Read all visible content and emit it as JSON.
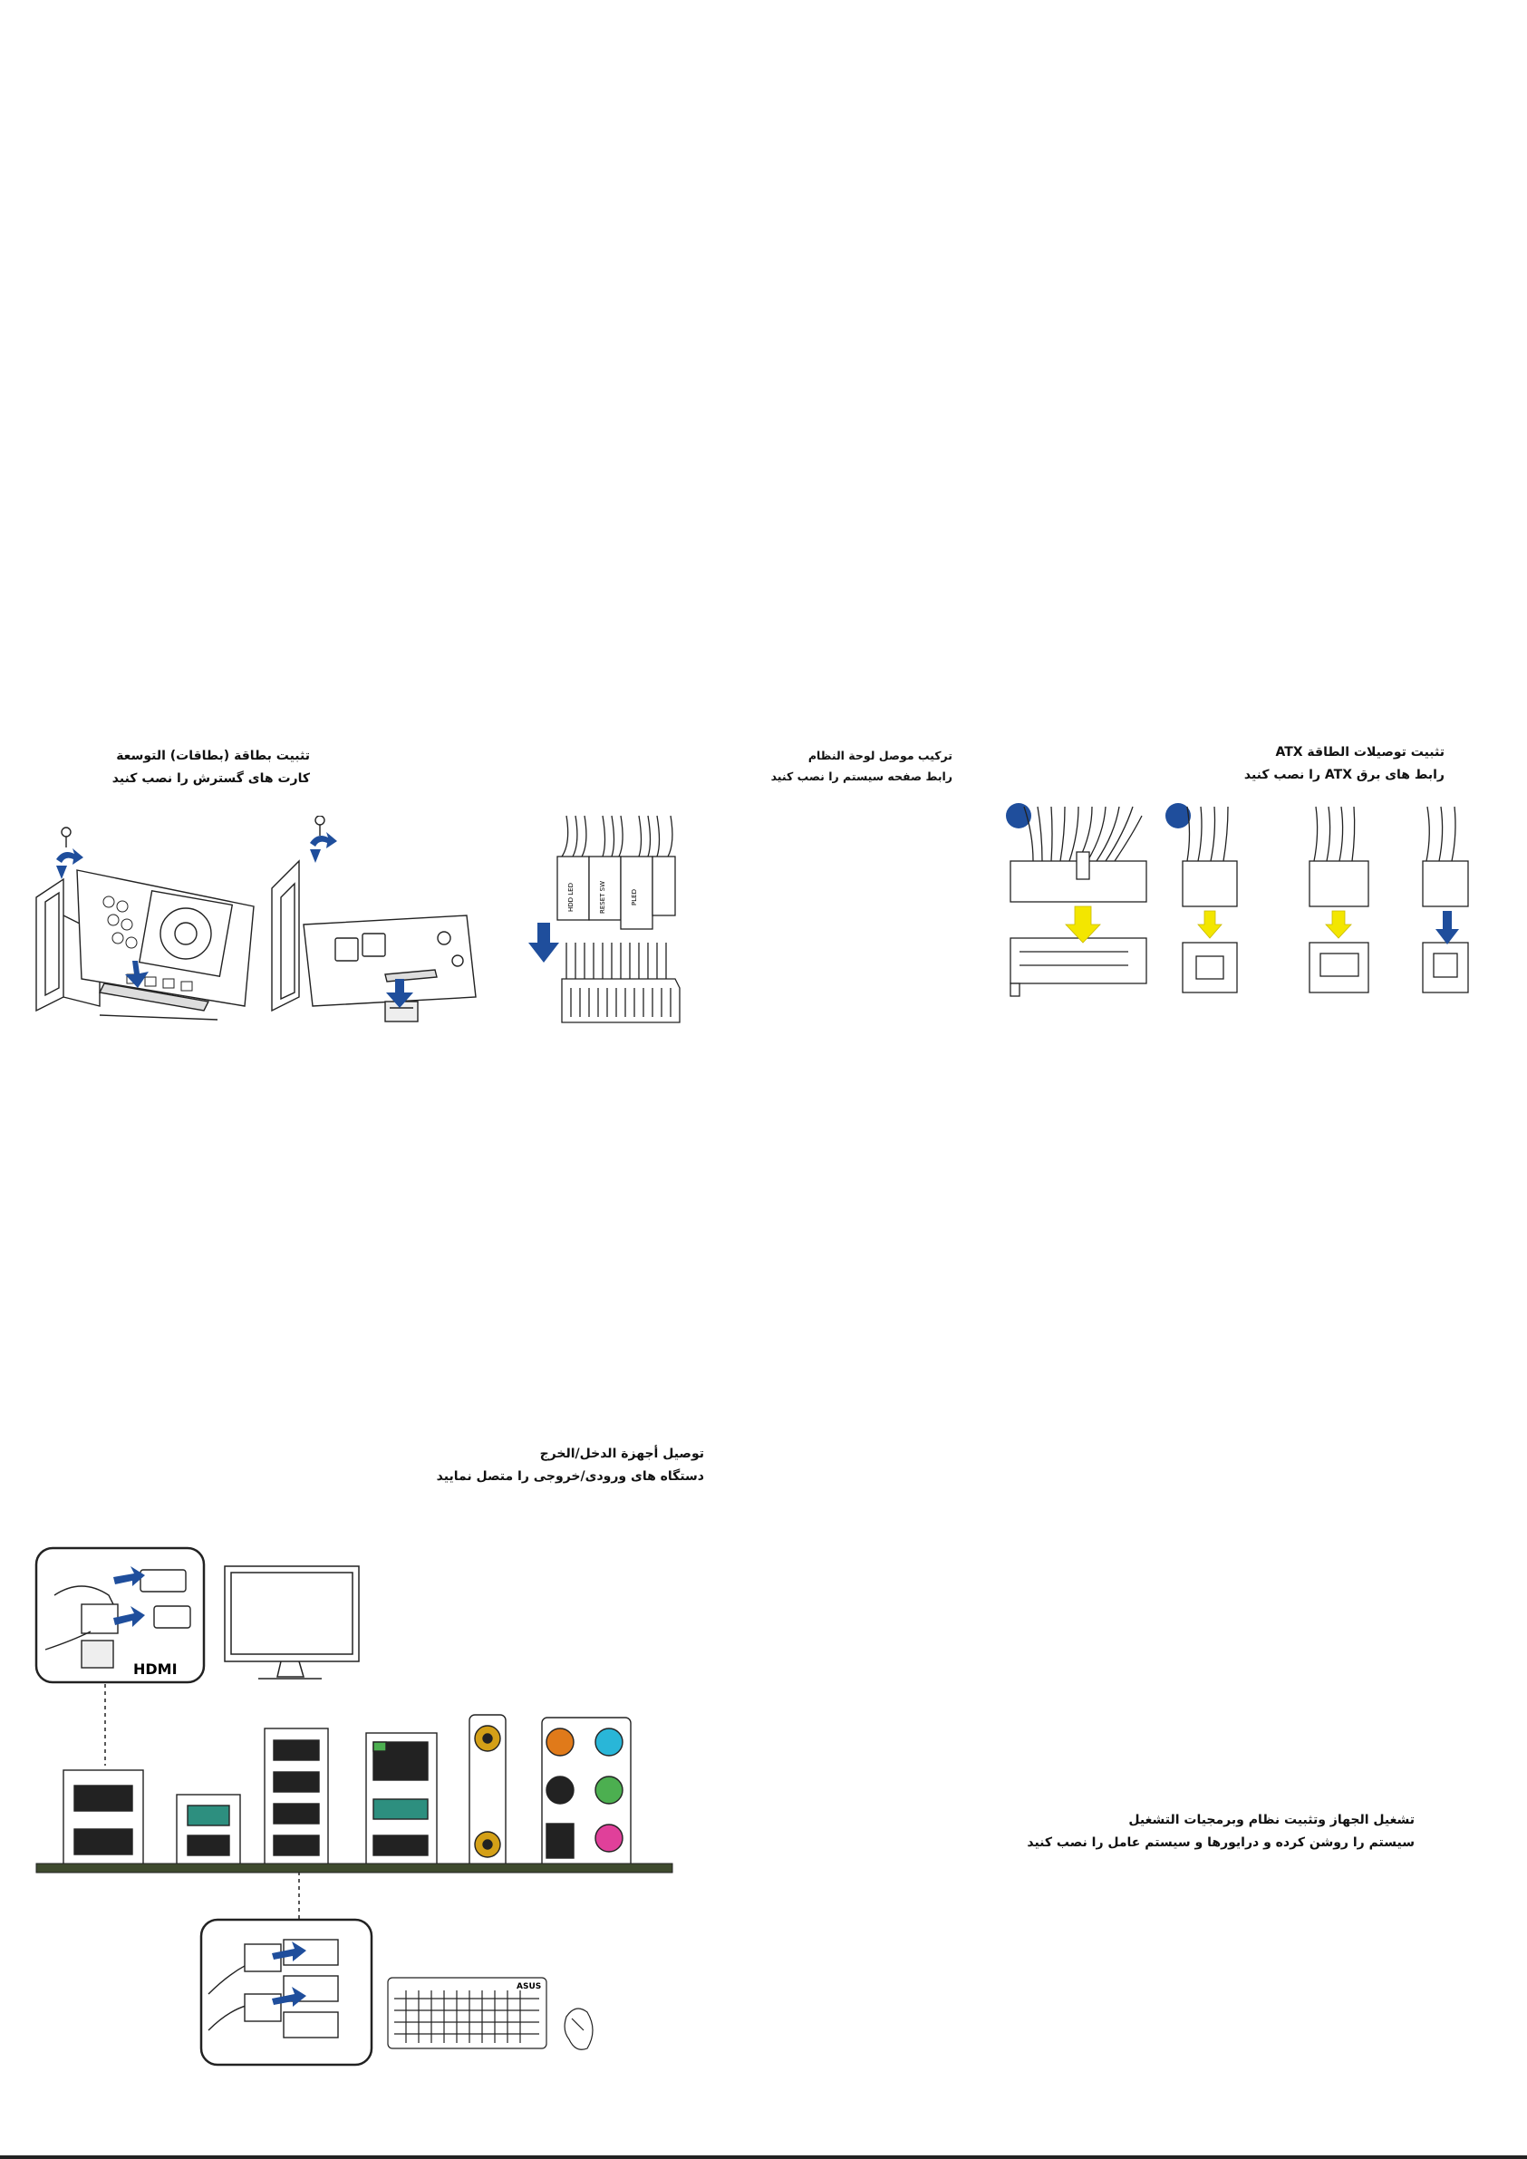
{
  "sections": {
    "expansion_card": {
      "title_ar": "تثبيت بطاقة (بطاقات) التوسعة",
      "title_fa": "کارت های گسترش را نصب کنید"
    },
    "front_panel": {
      "title_ar": "تركيب موصل لوحة النظام",
      "title_fa": "رابط صفحه سیستم را نصب کنید",
      "labels": [
        "HDD LED",
        "RESET SW",
        "PLED"
      ]
    },
    "atx_power": {
      "title_ar": "تثبيت توصيلات الطاقة ATX",
      "title_fa": "رابط های برق ATX را نصب کنید"
    },
    "io_devices": {
      "title_ar": "توصيل أجهزة الدخل/الخرج",
      "title_fa": "دستگاه های ورودی/خروجی را متصل نمایید",
      "hdmi_logo": "HDMI",
      "brand_logo": "ASUS"
    },
    "power_on": {
      "title_ar": "تشغيل الجهاز وتثبيت نظام وبرمجيات التشغيل",
      "title_fa": "سیستم را روشن کرده و درایورها و سیستم عامل را نصب کنید"
    }
  },
  "colors": {
    "accent_blue": "#1f4e9c",
    "arrow_yellow": "#f3e600",
    "board_green": "#3e4a2e",
    "audio_orange": "#e07a1a",
    "audio_cyan": "#29b6d8",
    "audio_green": "#4caf50",
    "audio_pink": "#e0409a",
    "coax_gold": "#d4a017"
  }
}
